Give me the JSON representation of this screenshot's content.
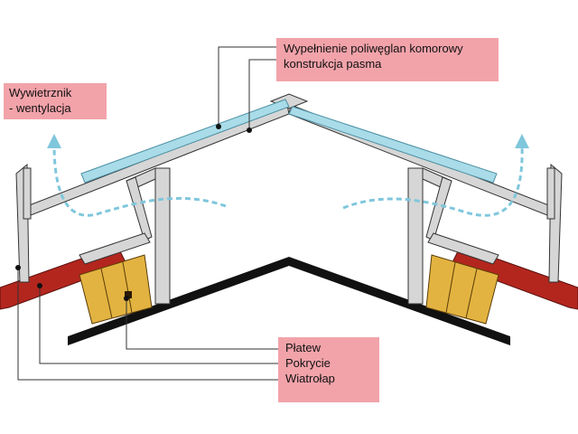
{
  "labels": {
    "fill": {
      "line1": "Wypełnienie poliwęglan komorowy",
      "line2": "konstrukcja pasma"
    },
    "vent": {
      "line1": "Wywietrznik",
      "line2": "- wentylacja"
    },
    "parts": {
      "purlin": "Płatew",
      "covering": "Pokrycie",
      "windbrace": "Wiatrołap"
    }
  },
  "colors": {
    "label_background": "#f2a3aa",
    "polycarbonate": "#a9dce8",
    "airflow": "#7fc7dc",
    "roof_tile": "#b3261e",
    "purlin_wood": "#e3b341",
    "frame": "#d6d6d6",
    "outline": "#333333",
    "roof_base": "#111111"
  }
}
